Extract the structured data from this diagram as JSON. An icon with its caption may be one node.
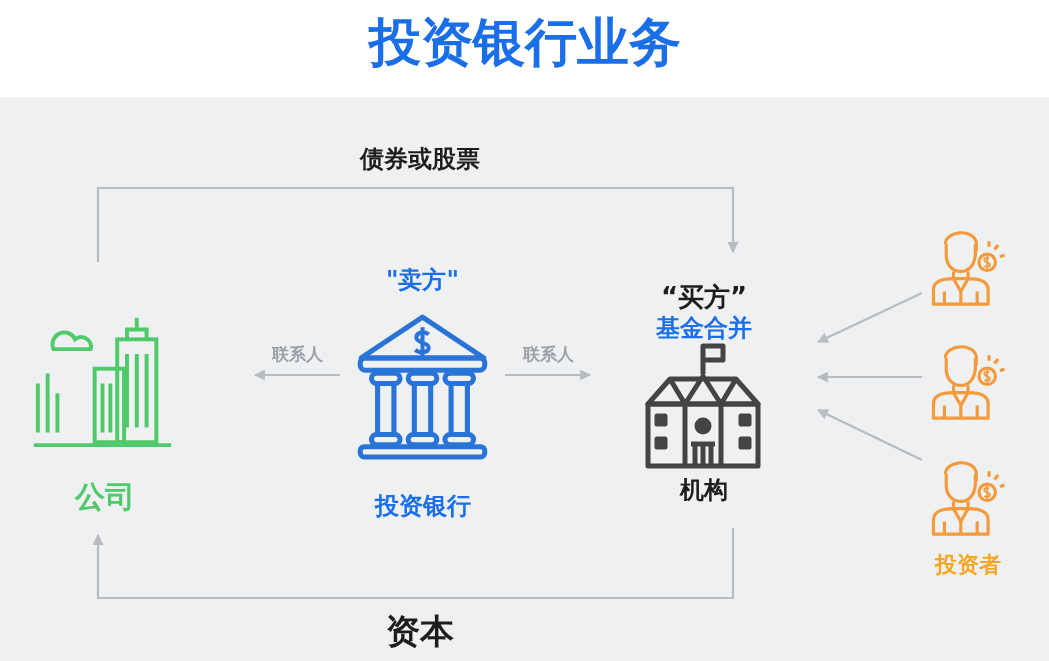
{
  "diagram": {
    "title": "投资银行业务",
    "nodes": [
      {
        "text": [
          "公司"
        ]
      },
      {
        "text": [
          "\"卖方\"",
          "投资银行"
        ]
      },
      {
        "text": [
          "“买方”",
          "基金合并",
          "机构"
        ]
      },
      {
        "text": [],
        "shape": "person"
      },
      {
        "text": [],
        "shape": "person"
      },
      {
        "text": [],
        "shape": "person",
        "beside": [
          "投资者"
        ]
      }
    ],
    "edges": [
      {
        "from": 0,
        "to": 2,
        "arrow": "to",
        "label": "债券或股票"
      },
      {
        "from": 2,
        "to": 0,
        "arrow": "to",
        "label": "资本"
      },
      {
        "from": 1,
        "to": null,
        "arrow": "to",
        "label": "联系人"
      },
      {
        "from": 1,
        "to": null,
        "arrow": "to",
        "label": "联系人"
      },
      {
        "from": 3,
        "to": 2,
        "arrow": "to"
      },
      {
        "from": 4,
        "to": 2,
        "arrow": "to"
      },
      {
        "from": 5,
        "to": 2,
        "arrow": "to"
      }
    ]
  }
}
